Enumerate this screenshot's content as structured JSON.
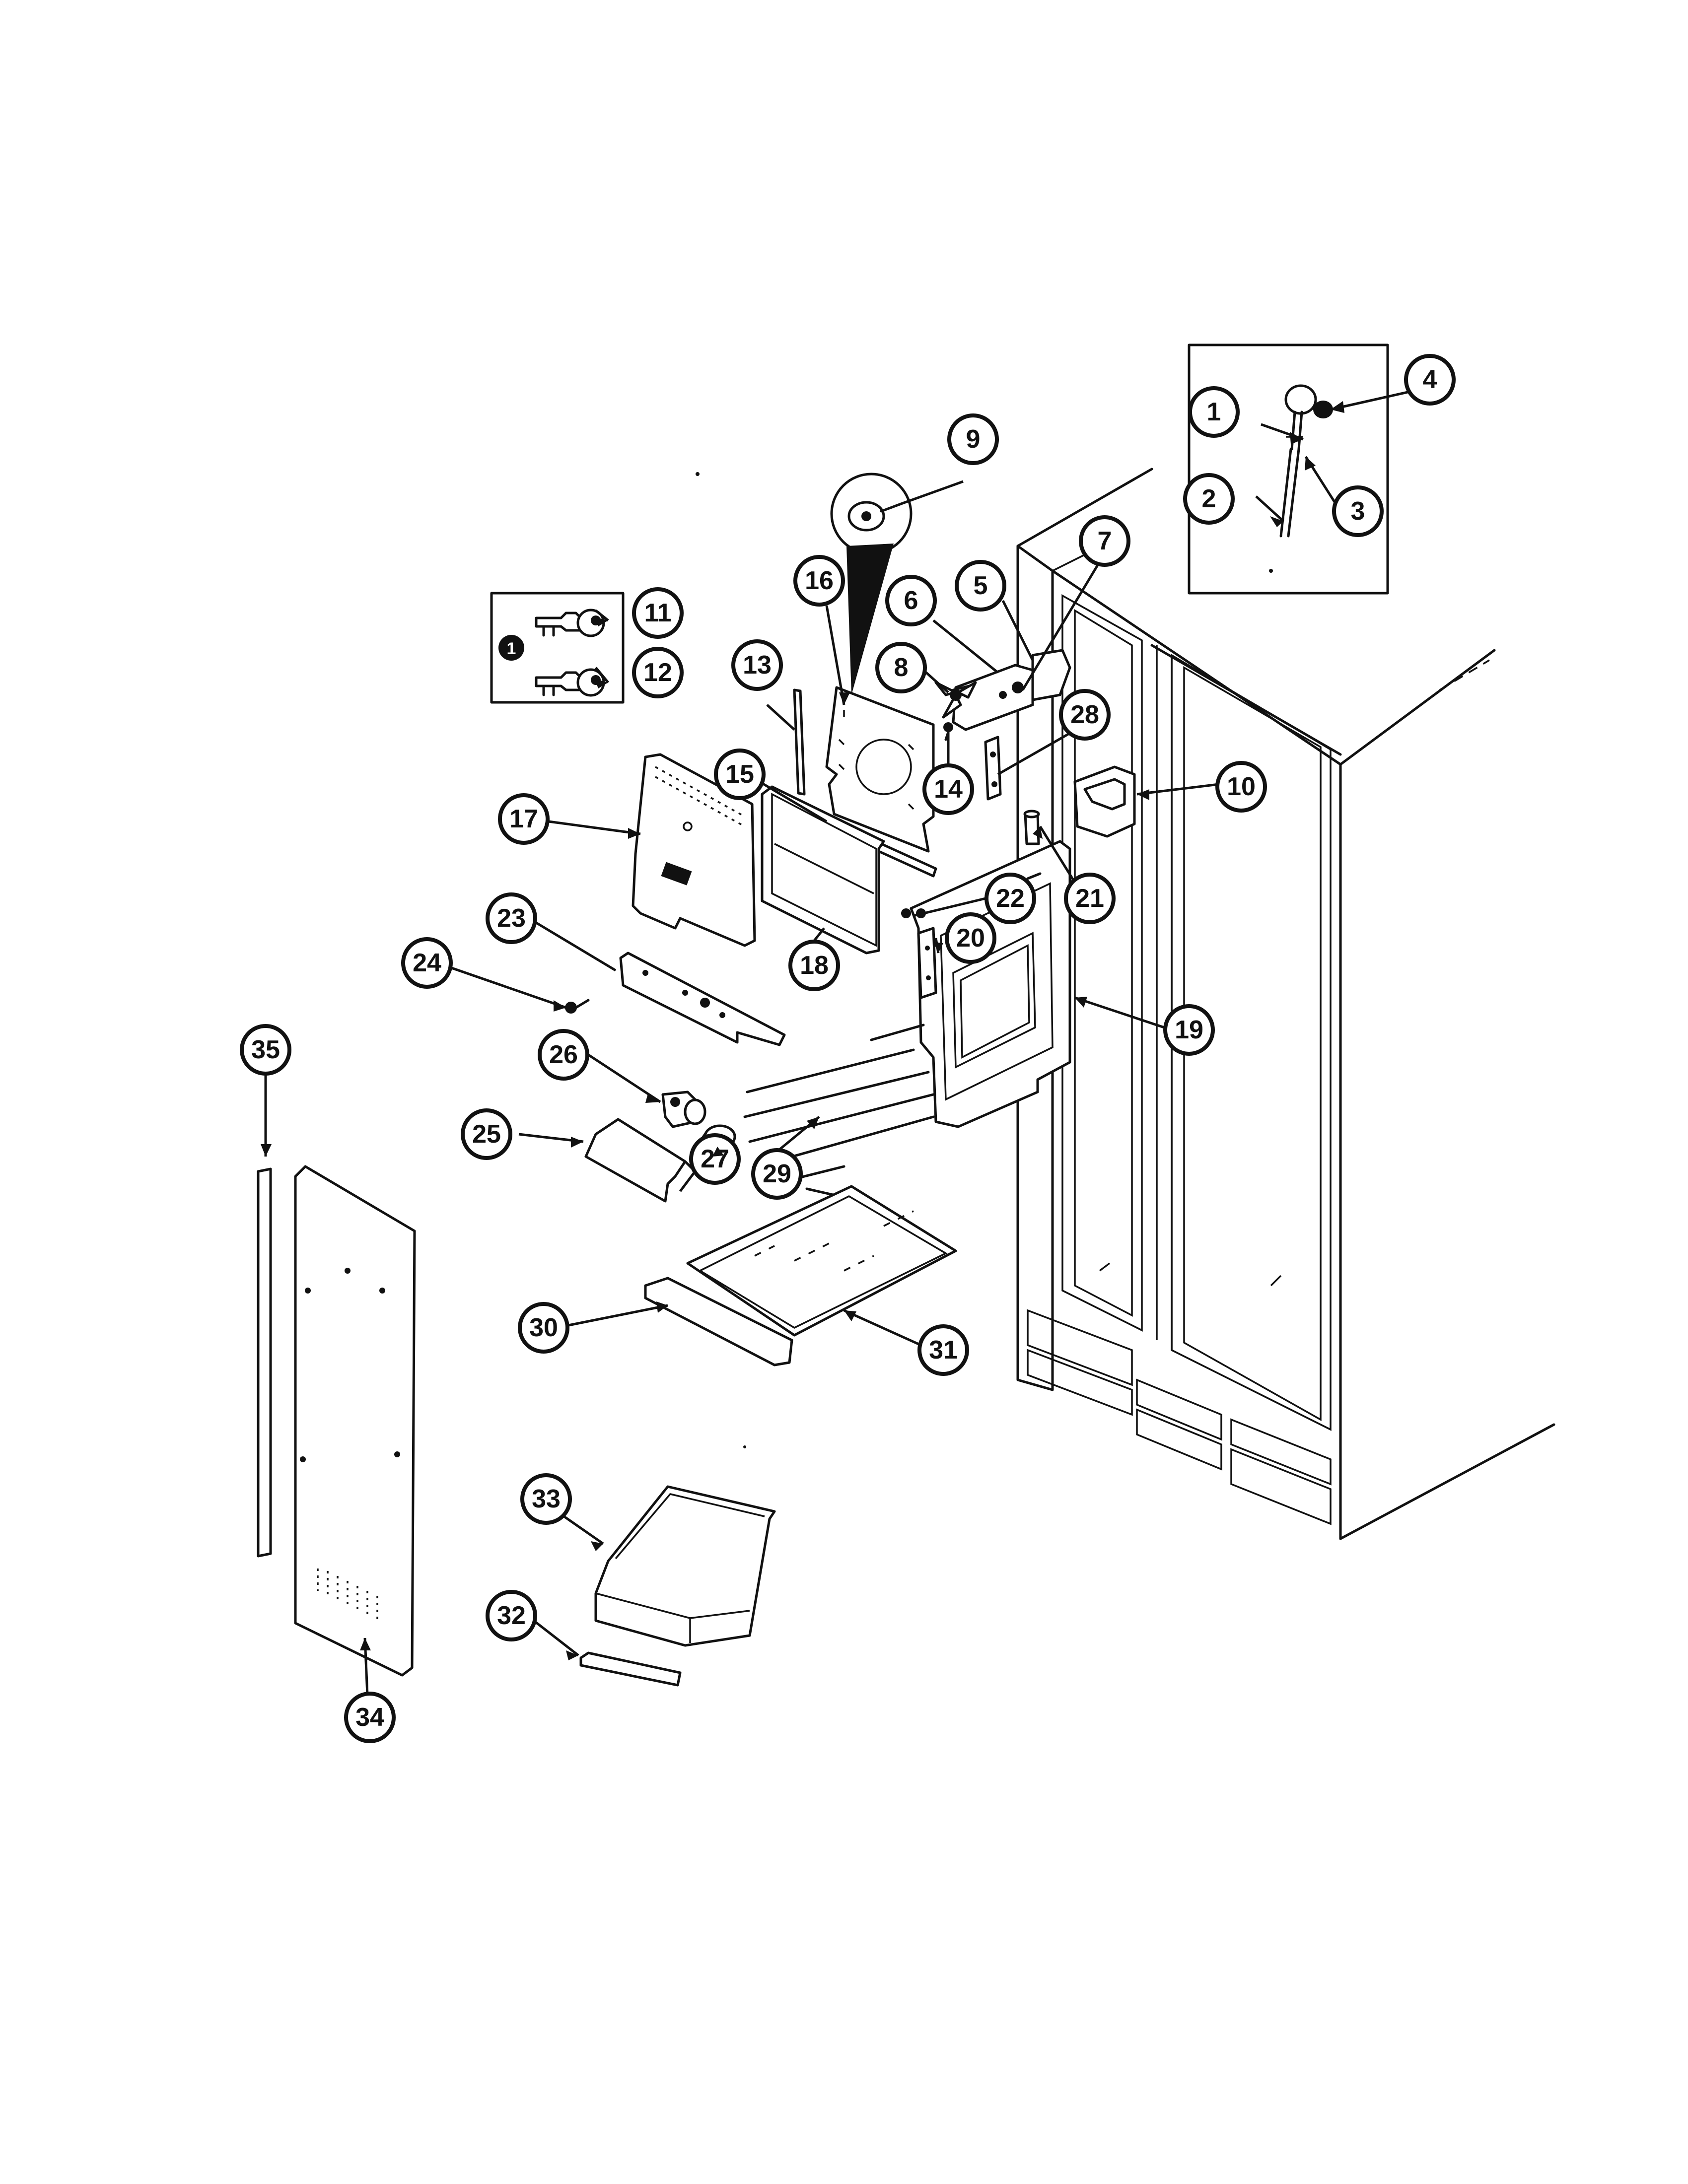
{
  "diagram": {
    "callouts": [
      {
        "id": "1",
        "label": "1"
      },
      {
        "id": "2",
        "label": "2"
      },
      {
        "id": "3",
        "label": "3"
      },
      {
        "id": "4",
        "label": "4"
      },
      {
        "id": "5",
        "label": "5"
      },
      {
        "id": "6",
        "label": "6"
      },
      {
        "id": "7",
        "label": "7"
      },
      {
        "id": "8",
        "label": "8"
      },
      {
        "id": "9",
        "label": "9"
      },
      {
        "id": "10",
        "label": "10"
      },
      {
        "id": "11",
        "label": "11"
      },
      {
        "id": "12",
        "label": "12"
      },
      {
        "id": "13",
        "label": "13"
      },
      {
        "id": "14",
        "label": "14"
      },
      {
        "id": "15",
        "label": "15"
      },
      {
        "id": "16",
        "label": "16"
      },
      {
        "id": "17",
        "label": "17"
      },
      {
        "id": "18",
        "label": "18"
      },
      {
        "id": "19",
        "label": "19"
      },
      {
        "id": "20",
        "label": "20"
      },
      {
        "id": "21",
        "label": "21"
      },
      {
        "id": "22",
        "label": "22"
      },
      {
        "id": "23",
        "label": "23"
      },
      {
        "id": "24",
        "label": "24"
      },
      {
        "id": "25",
        "label": "25"
      },
      {
        "id": "26",
        "label": "26"
      },
      {
        "id": "27",
        "label": "27"
      },
      {
        "id": "28",
        "label": "28"
      },
      {
        "id": "29",
        "label": "29"
      },
      {
        "id": "30",
        "label": "30"
      },
      {
        "id": "31",
        "label": "31"
      },
      {
        "id": "32",
        "label": "32"
      },
      {
        "id": "33",
        "label": "33"
      },
      {
        "id": "34",
        "label": "34"
      },
      {
        "id": "35",
        "label": "35"
      }
    ],
    "kit_marker": "1"
  }
}
